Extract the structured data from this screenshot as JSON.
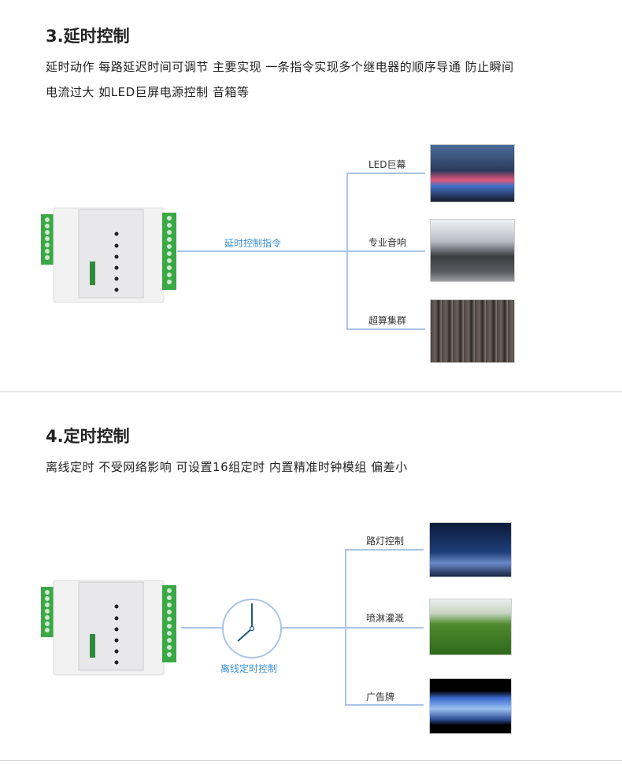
{
  "section3": {
    "title": "3.延时控制",
    "desc_line1": "延时动作  每路延迟时间可调节 主要实现 一条指令实现多个继电器的顺序导通  防止瞬间",
    "desc_line2": "电流过大 如LED巨屏电源控制 音箱等",
    "command_label": "延时控制指令",
    "branches": [
      {
        "label": "LED巨幕"
      },
      {
        "label": "专业音响"
      },
      {
        "label": "超算集群"
      }
    ]
  },
  "section4": {
    "title": "4.定时控制",
    "desc": "离线定时 不受网络影响  可设置16组定时 内置精准时钟模组 偏差小",
    "clock_label": "离线定时控制",
    "branches": [
      {
        "label": "路灯控制"
      },
      {
        "label": "喷淋灌溉"
      },
      {
        "label": "广告牌"
      }
    ]
  },
  "colors": {
    "line": "#a9c4e8",
    "accent": "#3a8fd8",
    "terminal": "#3aa845"
  }
}
